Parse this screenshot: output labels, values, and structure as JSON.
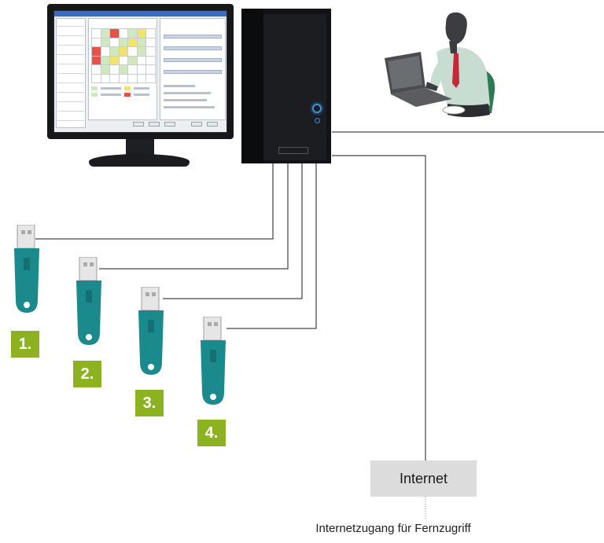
{
  "usb_keys": [
    {
      "number": "1."
    },
    {
      "number": "2."
    },
    {
      "number": "3."
    },
    {
      "number": "4."
    }
  ],
  "internet": {
    "label": "Internet"
  },
  "caption": "Internetzugang für Fernzugriff",
  "colors": {
    "badge_green": "#8cb21f",
    "usb_teal": "#1a8a8d",
    "internet_box": "#dcdcdc",
    "power_led": "#3a8fe0"
  },
  "icons": [
    "monitor-icon",
    "computer-tower-icon",
    "person-with-laptop-icon",
    "usb-key-icon"
  ]
}
